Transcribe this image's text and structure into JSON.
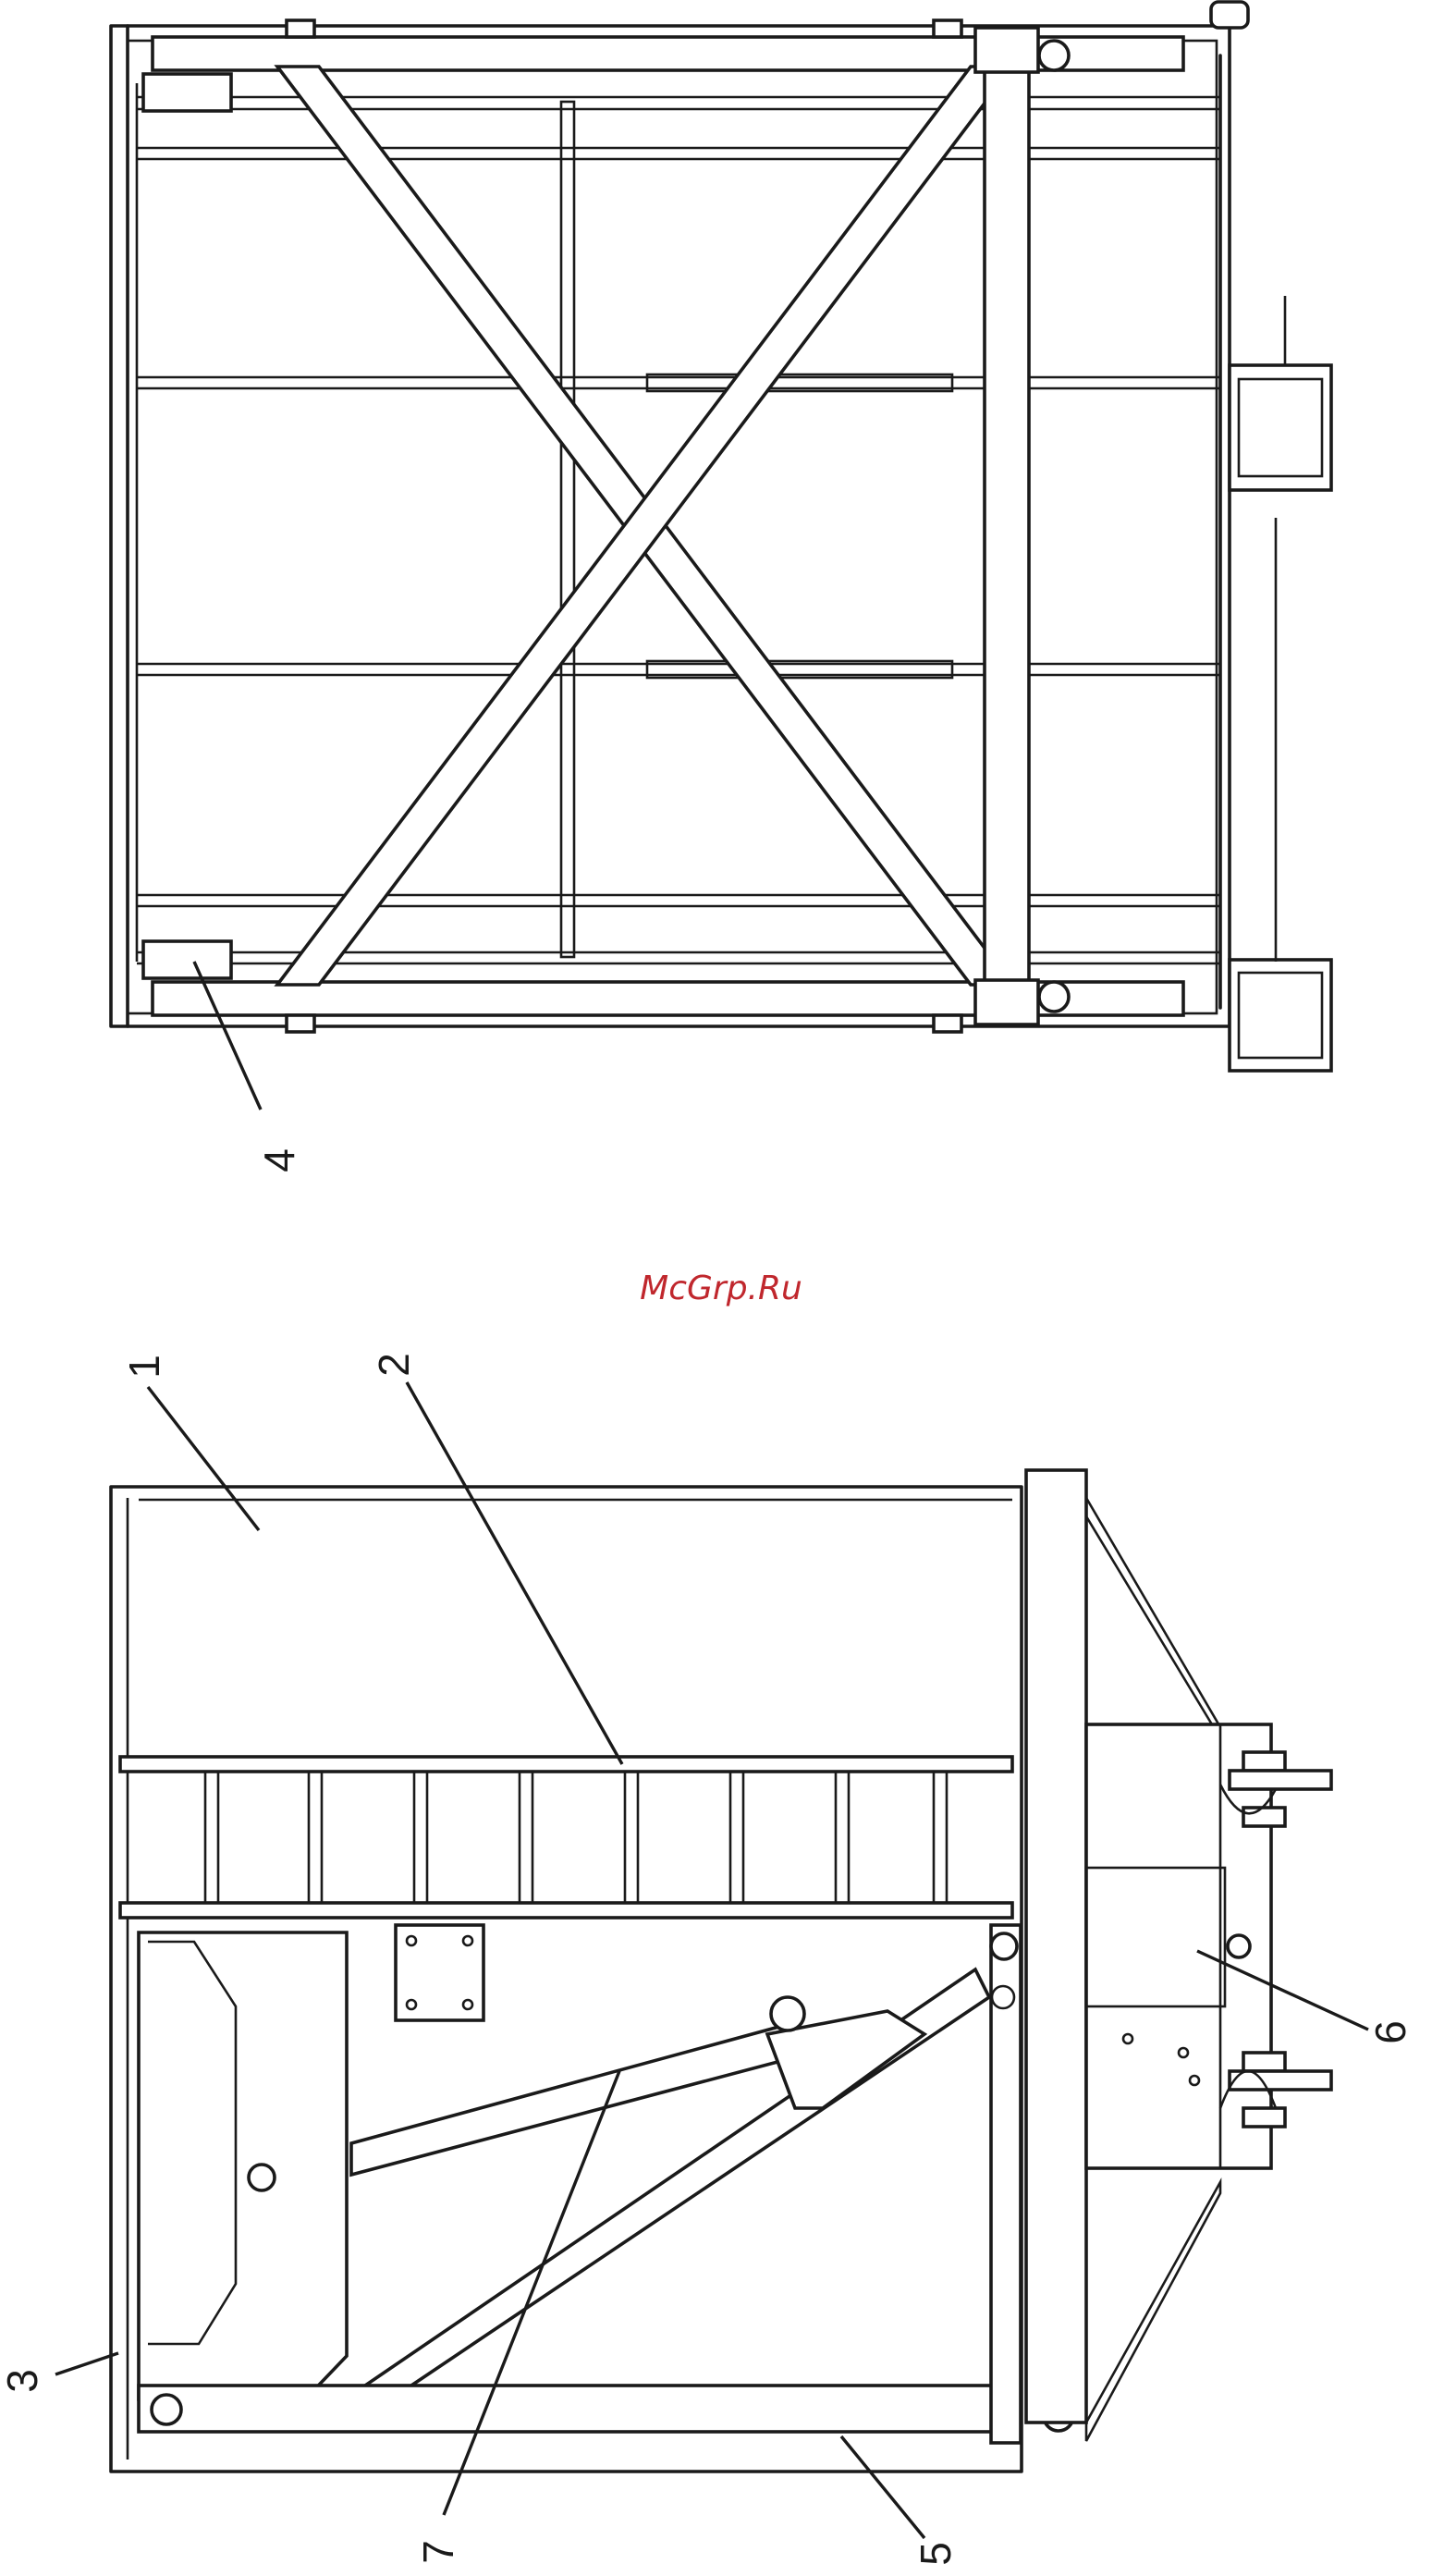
{
  "watermark": "McGrp.Ru",
  "callouts": {
    "c1": "1",
    "c2": "2",
    "c3": "3",
    "c4": "4",
    "c5": "5",
    "c6": "6",
    "c7": "7"
  }
}
